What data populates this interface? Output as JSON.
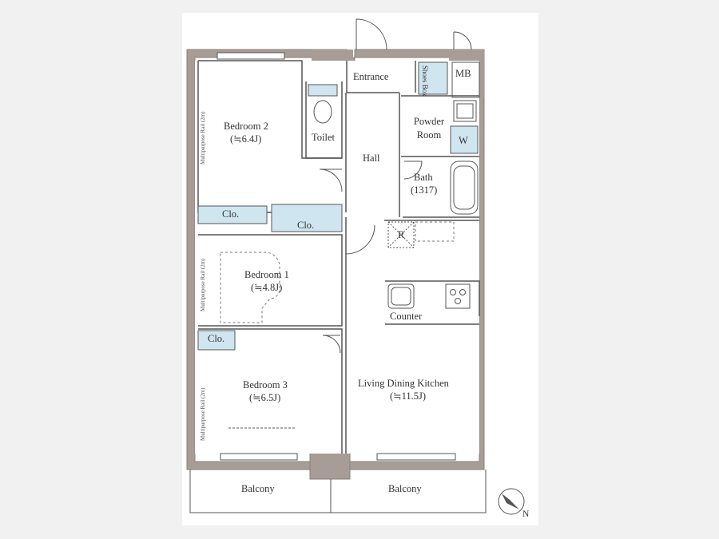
{
  "rooms": {
    "entrance": "Entrance",
    "shoes_box": "Shoes Box",
    "mb": "MB",
    "toilet": "Toilet",
    "hall": "Hall",
    "powder_room": "Powder Room",
    "washer": "W",
    "bath": "Bath",
    "bath_size": "(1317)",
    "bedroom2": "Bedroom 2",
    "bedroom2_size": "(≒6.4J)",
    "bedroom1": "Bedroom 1",
    "bedroom1_size": "(≒4.8J)",
    "bedroom3": "Bedroom 3",
    "bedroom3_size": "(≒6.5J)",
    "closet": "Clo.",
    "refrigerator": "R",
    "counter": "Counter",
    "ldk": "Living Dining Kitchen",
    "ldk_size": "(≒11.5J)",
    "balcony": "Balcony",
    "rail": "Multipurpose Rail (2m)",
    "north": "N"
  },
  "colors": {
    "wall": "#a79d96",
    "storage": "#cfe5f0",
    "line": "#555555"
  }
}
